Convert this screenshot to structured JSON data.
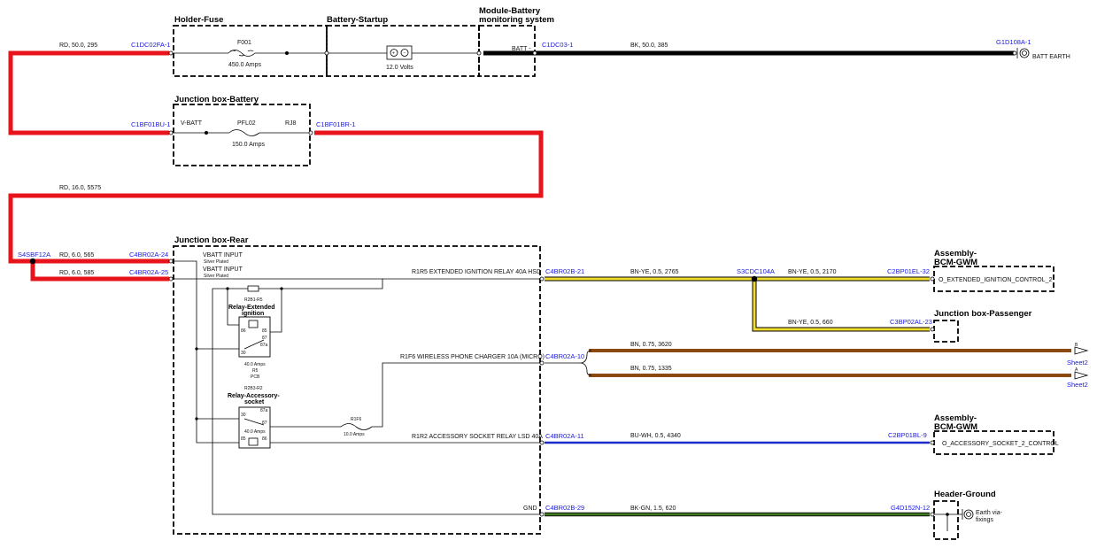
{
  "colors": {
    "red": "#e8141b",
    "black": "#000000",
    "yellow": "#f1dd2b",
    "brown": "#8a4a10",
    "blue": "#1c2bcc",
    "green": "#3c7a1a",
    "connector_text": "#1a1adf"
  },
  "boxes": {
    "holder_fuse": "Holder-Fuse",
    "battery_startup": "Battery-Startup",
    "module_battery_1": "Module-Battery",
    "module_battery_2": "monitoring system",
    "junction_box_battery": "Junction box-Battery",
    "junction_box_rear": "Junction box-Rear",
    "assembly_bcm_1_a": "Assembly-",
    "assembly_bcm_1_b": "BCM-GWM",
    "junction_box_passenger": "Junction box-Passenger",
    "assembly_bcm_2_a": "Assembly-",
    "assembly_bcm_2_b": "BCM-GWM",
    "header_ground": "Header-Ground"
  },
  "components": {
    "fuse_f001": "F001",
    "fuse_f001_rating": "450.0 Amps",
    "battery_rating": "12.0 Volts",
    "fuse_pfl02": "PFL02",
    "fuse_pfl02_rating": "150.0 Amps",
    "vbatt": "V-BATT",
    "rj8": "RJ8",
    "batt_minus": "BATT -",
    "batt_earth": "BATT EARTH",
    "vbatt_input": "VBATT INPUT",
    "silver_plated": "Silver Plated",
    "relay1_id": "R2B1-R5",
    "relay1_name_1": "Relay-Extended",
    "relay1_name_2": "ignition",
    "relay1_rating": "40.0 Amps",
    "relay1_r5": "R5",
    "relay1_pcb": "PCB",
    "relay2_id": "R2B3-R2",
    "relay2_name_1": "Relay-Accessory-",
    "relay2_name_2": "socket",
    "relay2_rating": "40.0 Amps",
    "fuse_r1f6": "R1F6",
    "fuse_r1f6_rating": "10.0 Amps",
    "pin_86": "86",
    "pin_85": "85",
    "pin_87": "87",
    "pin_87a": "87a",
    "pin_30": "30",
    "earth_via_1": "Earth via-",
    "earth_via_2": "fixings",
    "sheet": "Sheet2",
    "sheet_b": "B",
    "sheet_a": "A"
  },
  "connectors": {
    "c1dc02fa1": "C1DC02FA-1",
    "c1dc031": "C1DC03-1",
    "g1d108a1": "G1D108A-1",
    "c1bf01bu1": "C1BF01BU-1",
    "c1bf01br1": "C1BF01BR-1",
    "s4sbf12a": "S4SBF12A",
    "c4br02a24": "C4BR02A-24",
    "c4br02a25": "C4BR02A-25",
    "c4br02b21": "C4BR02B-21",
    "s3cdc104a": "S3CDC104A",
    "c2bp01el32": "C2BP01EL-32",
    "c3bp02al23": "C3BP02AL-23",
    "c4br02a10": "C4BR02A-10",
    "c4br02a11": "C4BR02A-11",
    "c2bp01bl9": "C2BP01BL-9",
    "c4br02b29": "C4BR02B-29",
    "g4d152n12": "G4D152N-12"
  },
  "wires": {
    "rd50": "RD,  50.0,  295",
    "bk50": "BK,  50.0,  385",
    "rd16": "RD,  16.0,  5575",
    "rd6a": "RD,  6.0,  565",
    "rd6b": "RD,  6.0,  585",
    "bnye1": "BN-YE,  0.5,  2765",
    "bnye2": "BN-YE,  0.5,  2170",
    "bnye3": "BN-YE,  0.5,  660",
    "bn1": "BN,  0.75,  3620",
    "bn2": "BN,  0.75,  1335",
    "buwh": "BU-WH,  0.5,  4340",
    "bkgn": "BK-GN,  1.5,  620"
  },
  "circuits": {
    "r1r5": "R1R5 EXTENDED IGNITION RELAY 40A HSD",
    "r1f6": "R1F6 WIRELESS PHONE CHARGER 10A (MICRO)",
    "r1r2": "R1R2 ACCESSORY SOCKET RELAY LSD 40A",
    "gnd": "GND",
    "o_ext": "O_EXTENDED_IGNITION_CONTROL_2",
    "o_acc": "O_ACCESSORY_SOCKET_2_CONTROL"
  }
}
